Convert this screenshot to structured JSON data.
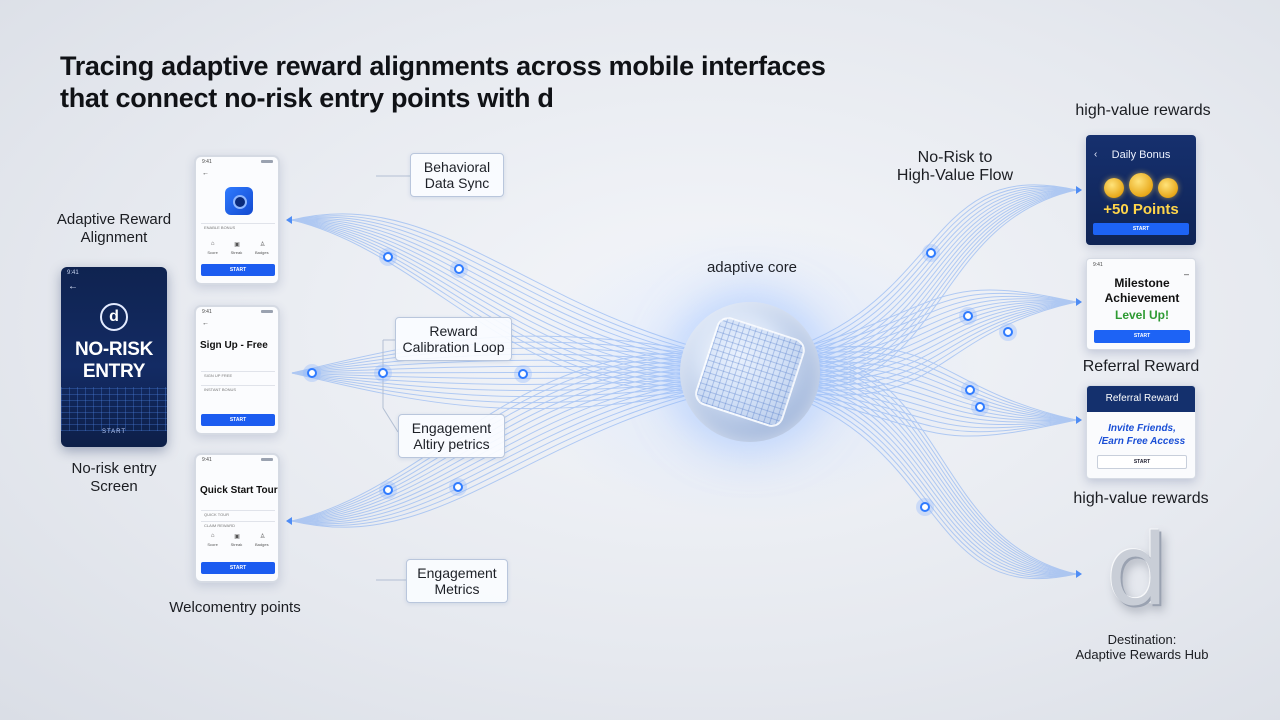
{
  "title": {
    "line1": "Tracing adaptive reward alignments across mobile interfaces",
    "line2": "that connect no-risk entry points with d"
  },
  "left": {
    "adaptive_label": [
      "Adaptive Reward",
      "Alignment"
    ],
    "entry_screen_label": [
      "No-risk entry",
      "Screen"
    ],
    "welcome_label": "Welcomentry points",
    "main_phone": {
      "status": "9:41",
      "logo": "d",
      "headline": [
        "NO-RISK",
        "ENTRY"
      ],
      "button": "START"
    },
    "phones": [
      {
        "status": "9:41",
        "heading": "",
        "fields": [
          "ENABLE BONUS"
        ],
        "icons": [
          "Score",
          "Streak",
          "Badges"
        ],
        "button": "START"
      },
      {
        "status": "9:41",
        "heading": "Sign Up - Free",
        "fields": [
          "SIGN UP FREE",
          "INSTANT BONUS"
        ],
        "icons": [],
        "button": "START"
      },
      {
        "status": "9:41",
        "heading": "Quick Start Tour",
        "fields": [
          "QUICK TOUR",
          "CLAIM REWARD"
        ],
        "icons": [
          "Score",
          "Streak",
          "Badges"
        ],
        "button": "START"
      }
    ]
  },
  "middle": {
    "boxes": [
      [
        "Behavioral",
        "Data Sync"
      ],
      [
        "Reward",
        "Calibration Loop"
      ],
      [
        "Engagement",
        "Altiry petrics"
      ],
      [
        "Engagement",
        "Metrics"
      ]
    ],
    "core_label": "adaptive core",
    "flow_label": [
      "No-Risk to",
      "High-Value Flow"
    ]
  },
  "right": {
    "top_label": "high-value rewards",
    "bonus_card": {
      "back": "‹",
      "head": "Daily Bonus",
      "points": "+50 Points",
      "button": "START"
    },
    "milestone_card": {
      "status": "9:41",
      "lines": [
        "Milestone",
        "Achievement"
      ],
      "level": "Level Up!",
      "button": "START"
    },
    "referral_label": "Referral Reward",
    "referral_card": {
      "head": "Referral Reward",
      "invite": [
        "Invite Friends,",
        "/Earn Free Access"
      ],
      "button": "START"
    },
    "bottom_label": "high-value rewards",
    "destination": [
      "Destination:",
      "Adaptive Rewards Hub"
    ],
    "hub_logo": "d"
  },
  "colors": {
    "accent": "#1d63f5",
    "navy": "#14306d",
    "glow": "#8fb8ff",
    "gold": "#ffd54a",
    "success": "#2d9a32"
  }
}
